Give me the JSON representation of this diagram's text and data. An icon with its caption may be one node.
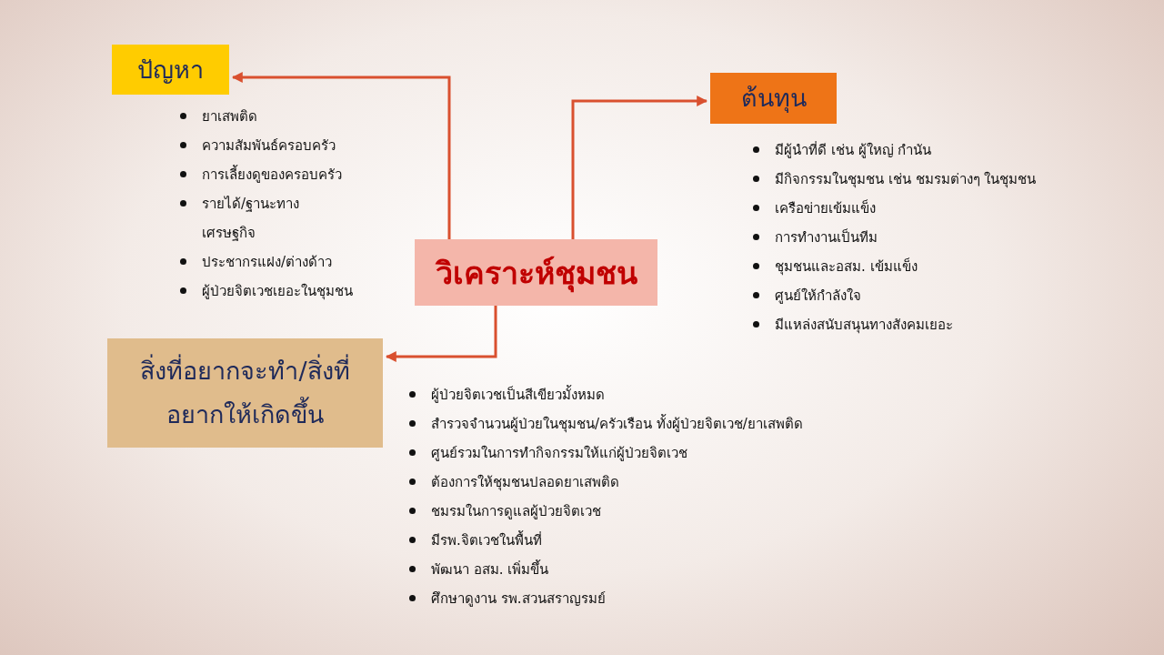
{
  "diagram": {
    "nodes": [
      {
        "text": [
          "วิเคราะห์ชุมชน"
        ]
      },
      {
        "text": [
          "ปัญหา"
        ],
        "beside": [
          "ยาเสพติด",
          "ความสัมพันธ์ครอบครัว",
          "การเลี้ยงดูของครอบครัว",
          "รายได้/ฐานะทาง เศรษฐกิจ",
          "ประชากรแฝง/ต่างด้าว",
          "ผู้ป่วยจิตเวชเยอะในชุมชน"
        ]
      },
      {
        "text": [
          "ต้นทุน"
        ],
        "beside": [
          "มีผู้นำที่ดี เช่น ผู้ใหญ่ กำนัน",
          "มีกิจกรรมในชุมชน เช่น ชมรมต่างๆ ในชุมชน",
          "เครือข่ายเข้มแข็ง",
          "การทำงานเป็นทีม",
          "ชุมชนและอสม. เข้มแข็ง",
          "ศูนย์ให้กำลังใจ",
          "มีแหล่งสนับสนุนทางสังคมเยอะ"
        ]
      },
      {
        "text": [
          "สิ่งที่อยากจะทำ/สิ่งที่อยากให้เกิดขึ้น"
        ],
        "beside": [
          "ผู้ป่วยจิตเวชเป็นสีเขียวมั้งหมด",
          "สำรวจจำนวนผู้ป่วยในชุมชน/ครัวเรือน ทั้งผู้ป่วยจิตเวช/ยาเสพติด",
          "ศูนย์รวมในการทำกิจกรรมให้แก่ผู้ป่วยจิตเวช",
          "ต้องการให้ชุมชนปลอดยาเสพติด",
          "ชมรมในการดูแลผู้ป่วยจิตเวช",
          "มีรพ.จิตเวชในพื้นที่",
          "พัฒนา อสม. เพิ่มขึ้น",
          "ศึกษาดูงาน รพ.สวนสราญรมย์"
        ]
      }
    ],
    "edges": [
      {
        "from": 0,
        "to": 1,
        "arrow": "to"
      },
      {
        "from": 0,
        "to": 2,
        "arrow": "to"
      },
      {
        "from": 0,
        "to": 3,
        "arrow": "to"
      }
    ]
  }
}
